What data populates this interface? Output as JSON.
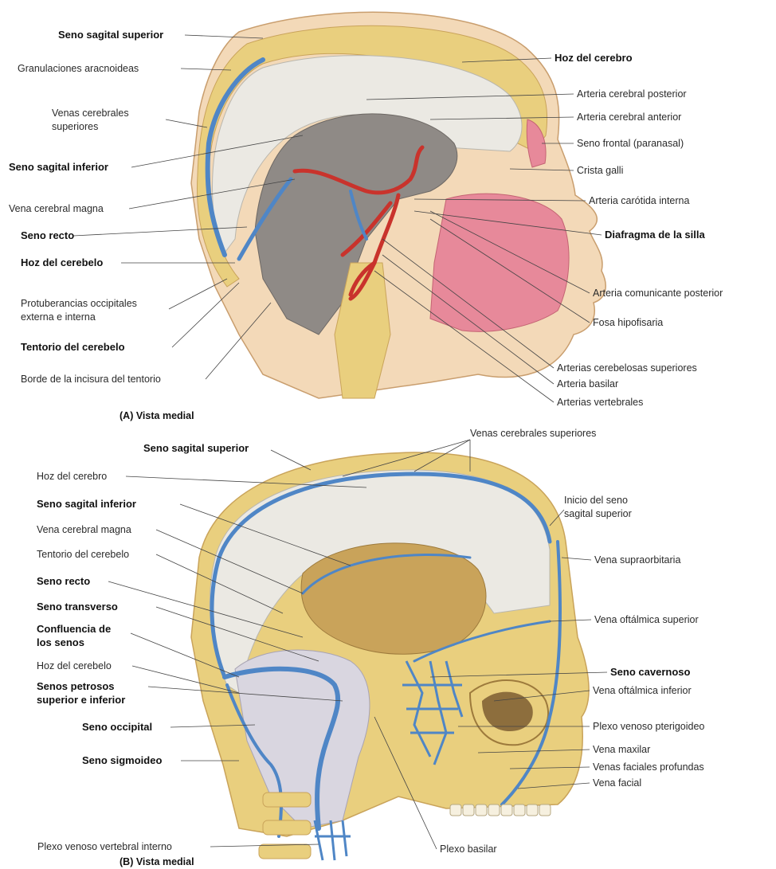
{
  "panel_a": {
    "caption": "(A) Vista medial",
    "labels_left": [
      {
        "text": "Seno sagital superior",
        "bold": true
      },
      {
        "text": "Granulaciones aracnoideas",
        "bold": false
      },
      {
        "text": "Venas cerebrales",
        "bold": false
      },
      {
        "text": "superiores",
        "bold": false
      },
      {
        "text": "Seno sagital inferior",
        "bold": true
      },
      {
        "text": "Vena cerebral magna",
        "bold": false
      },
      {
        "text": "Seno recto",
        "bold": true
      },
      {
        "text": "Hoz del cerebelo",
        "bold": true
      },
      {
        "text": "Protuberancias occipitales",
        "bold": false
      },
      {
        "text": "externa e interna",
        "bold": false
      },
      {
        "text": "Tentorio del cerebelo",
        "bold": true
      },
      {
        "text": "Borde de la incisura del tentorio",
        "bold": false
      }
    ],
    "labels_right": [
      {
        "text": "Hoz del cerebro",
        "bold": true
      },
      {
        "text": "Arteria cerebral posterior",
        "bold": false
      },
      {
        "text": "Arteria cerebral anterior",
        "bold": false
      },
      {
        "text": "Seno frontal (paranasal)",
        "bold": false
      },
      {
        "text": "Crista galli",
        "bold": false
      },
      {
        "text": "Arteria carótida interna",
        "bold": false
      },
      {
        "text": "Diafragma de la silla",
        "bold": true
      },
      {
        "text": "Arteria comunicante posterior",
        "bold": false
      },
      {
        "text": "Fosa hipofisaria",
        "bold": false
      },
      {
        "text": "Arterias cerebelosas superiores",
        "bold": false
      },
      {
        "text": "Arteria basilar",
        "bold": false
      },
      {
        "text": "Arterias vertebrales",
        "bold": false
      }
    ]
  },
  "panel_b": {
    "caption": "(B) Vista medial",
    "labels_top": [
      {
        "text": "Venas cerebrales superiores",
        "bold": false
      },
      {
        "text": "Seno sagital superior",
        "bold": true
      }
    ],
    "labels_left": [
      {
        "text": "Hoz del cerebro",
        "bold": false
      },
      {
        "text": "Seno sagital inferior",
        "bold": true
      },
      {
        "text": "Vena cerebral magna",
        "bold": false
      },
      {
        "text": "Tentorio del cerebelo",
        "bold": false
      },
      {
        "text": "Seno recto",
        "bold": true
      },
      {
        "text": "Seno transverso",
        "bold": true
      },
      {
        "text": "Confluencia de",
        "bold": true
      },
      {
        "text": "los senos",
        "bold": true
      },
      {
        "text": "Hoz del cerebelo",
        "bold": false
      },
      {
        "text": "Senos petrosos",
        "bold": true
      },
      {
        "text": "superior e inferior",
        "bold": true
      },
      {
        "text": "Seno occipital",
        "bold": true
      },
      {
        "text": "Seno sigmoideo",
        "bold": true
      },
      {
        "text": "Plexo venoso vertebral interno",
        "bold": false
      }
    ],
    "labels_right": [
      {
        "text": "Inicio del seno",
        "bold": false
      },
      {
        "text": "sagital superior",
        "bold": false
      },
      {
        "text": "Vena supraorbitaria",
        "bold": false
      },
      {
        "text": "Vena oftálmica superior",
        "bold": false
      },
      {
        "text": "Seno cavernoso",
        "bold": true
      },
      {
        "text": "Vena oftálmica inferior",
        "bold": false
      },
      {
        "text": "Plexo venoso pterigoideo",
        "bold": false
      },
      {
        "text": "Vena maxilar",
        "bold": false
      },
      {
        "text": "Venas faciales profundas",
        "bold": false
      },
      {
        "text": "Vena facial",
        "bold": false
      }
    ],
    "labels_bottom": [
      {
        "text": "Plexo basilar",
        "bold": false
      }
    ]
  },
  "colors": {
    "skin": "#f3d9b8",
    "bone": "#e9cf7e",
    "dura": "#ebe9e3",
    "brain_cavity": "#8f8a86",
    "vein": "#4f86c6",
    "artery": "#c9332c",
    "nasal": "#e7899a",
    "cavity_b": "#c9a35a"
  }
}
